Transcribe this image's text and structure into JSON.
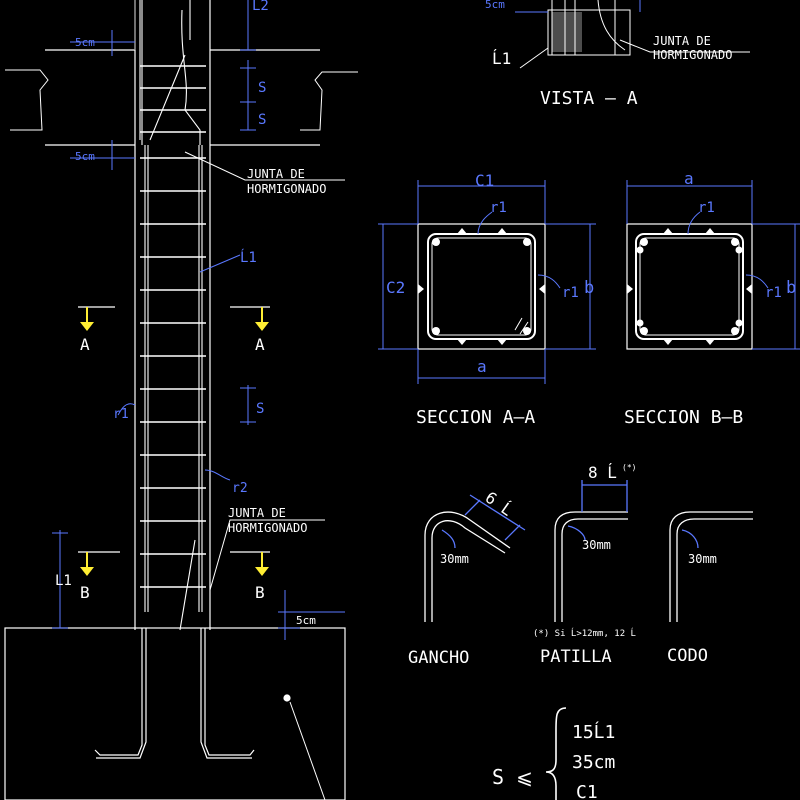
{
  "colors": {
    "background": "#000000",
    "line": "#ffffff",
    "dim": "#5a78ff",
    "section": "#ffee33",
    "grey": "#9a9a9a"
  },
  "elevation": {
    "l2": "L2",
    "cm5_top": "5cm",
    "cm5_mid": "5cm",
    "cm5_base": "5cm",
    "s_top1": "S",
    "s_top2": "S",
    "s_mid": "S",
    "joint_top_1": "JUNTA DE",
    "joint_top_2": "HORMIGONADO",
    "joint_bot_1": "JUNTA DE",
    "joint_bot_2": "HORMIGONADO",
    "l1_left": "Ĺ1",
    "r1": "r1",
    "r2": "r2",
    "l1_dim": "L1",
    "cut_a_left": "A",
    "cut_a_right": "A",
    "cut_b_left": "B",
    "cut_b_right": "B"
  },
  "vista": {
    "title": "VISTA — A",
    "cm5": "5cm",
    "l1": "Ĺ1",
    "joint_1": "JUNTA DE",
    "joint_2": "HORMIGONADO"
  },
  "section_a": {
    "title": "SECCION A–A",
    "top": "C1",
    "left": "C2",
    "right": "b",
    "bottom": "a",
    "r1_top": "r1",
    "r1_side": "r1"
  },
  "section_b": {
    "title": "SECCION B–B",
    "top": "a",
    "right": "b",
    "r1_top": "r1",
    "r1_side": "r1"
  },
  "hooks": {
    "gancho": "GANCHO",
    "patilla": "PATILLA",
    "codo": "CODO",
    "mm_1": "30mm",
    "mm_2": "30mm",
    "mm_3": "30mm",
    "six": "6 Ĺ",
    "eight": "8 Ĺ",
    "star": "(*)",
    "note": "(*) Si Ĺ>12mm, 12 Ĺ"
  },
  "spacing": {
    "label": "S ⩽",
    "opt1": "15Ĺ1",
    "opt2": "35cm",
    "opt3": "C1"
  }
}
